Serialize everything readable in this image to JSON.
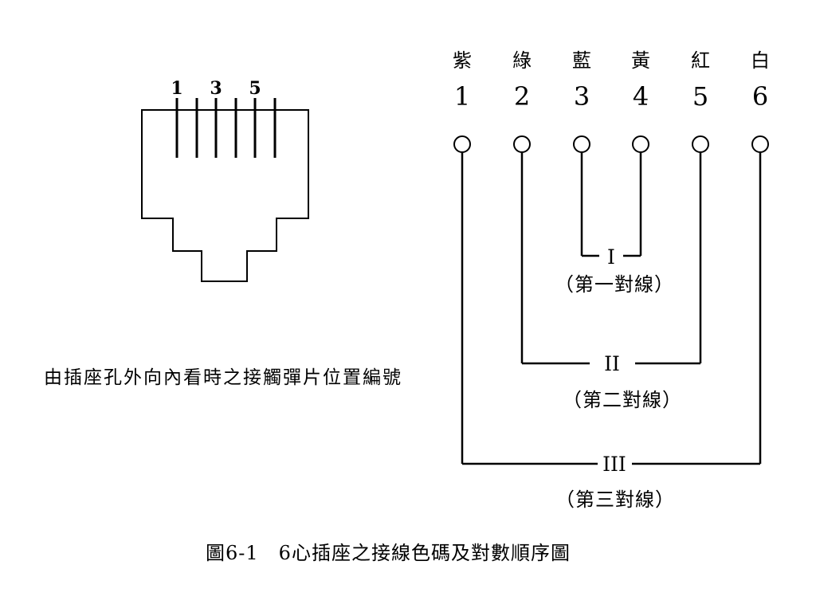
{
  "connector": {
    "pin_labels": [
      "1",
      "3",
      "5"
    ],
    "caption": "由插座孔外向內看時之接觸彈片位置編號"
  },
  "wiring": {
    "columns": [
      {
        "color": "紫",
        "number": "1"
      },
      {
        "color": "綠",
        "number": "2"
      },
      {
        "color": "藍",
        "number": "3"
      },
      {
        "color": "黃",
        "number": "4"
      },
      {
        "color": "紅",
        "number": "5"
      },
      {
        "color": "白",
        "number": "6"
      }
    ],
    "pairs": [
      {
        "numeral": "I",
        "label": "（第一對線）",
        "pins": [
          3,
          4
        ]
      },
      {
        "numeral": "II",
        "label": "（第二對線）",
        "pins": [
          2,
          5
        ]
      },
      {
        "numeral": "III",
        "label": "（第三對線）",
        "pins": [
          1,
          6
        ]
      }
    ]
  },
  "figure_caption": "圖6-1　6心插座之接線色碼及對數順序圖",
  "colors": {
    "line": "#000000",
    "background": "#ffffff"
  }
}
